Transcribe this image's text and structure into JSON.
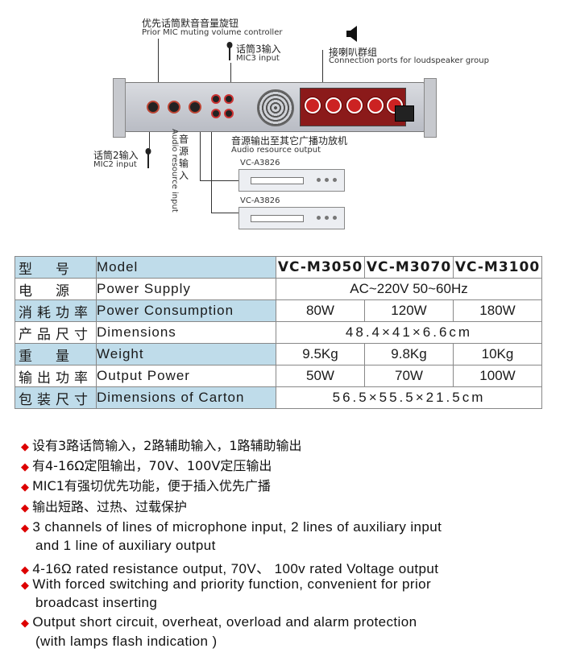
{
  "diagram": {
    "callout_priority_cn": "优先话筒默音音量旋钮",
    "callout_priority_en": "Prior MIC muting volume controller",
    "callout_mic3_cn": "话筒3输入",
    "callout_mic3_en": "MIC3 input",
    "callout_speaker_cn": "接喇叭群组",
    "callout_speaker_en": "Connection ports for loudspeaker group",
    "callout_mic2_cn": "话筒2输入",
    "callout_mic2_en": "MIC2 input",
    "callout_audio_in_cn": "音源输入",
    "callout_audio_in_en": "Audio resource input",
    "callout_audio_out_cn": "音源输出至其它广播功放机",
    "callout_audio_out_en": "Audio resource output",
    "amp1_label": "VC-A3826",
    "amp2_label": "VC-A3826"
  },
  "spec_table": {
    "header": {
      "cn": "型　号",
      "en": "Model",
      "models": [
        "VC-M3050",
        "VC-M3070",
        "VC-M3100"
      ]
    },
    "rows": [
      {
        "cn": "电　源",
        "en": "Power Supply",
        "value": "AC~220V  50~60Hz"
      },
      {
        "cn": "消耗功率",
        "en": "Power Consumption",
        "values": [
          "80W",
          "120W",
          "180W"
        ]
      },
      {
        "cn": "产品尺寸",
        "en": "Dimensions",
        "value": "48.4×41×6.6cm"
      },
      {
        "cn": "重　量",
        "en": "Weight",
        "values": [
          "9.5Kg",
          "9.8Kg",
          "10Kg"
        ]
      },
      {
        "cn": "输出功率",
        "en": "Output Power",
        "values": [
          "50W",
          "70W",
          "100W"
        ]
      },
      {
        "cn": "包装尺寸",
        "en": "Dimensions of Carton",
        "value": "56.5×55.5×21.5cm"
      }
    ]
  },
  "features_cn": [
    "设有3路话筒输入，2路辅助输入，1路辅助输出",
    "有4-16Ω定阻输出，70V、100V定压输出",
    "MIC1有强切优先功能，便于插入优先广播",
    "输出短路、过热、过载保护"
  ],
  "features_en": [
    {
      "line1": "3 channels of lines of microphone input, 2 lines of auxiliary input",
      "line2": "and 1 line  of auxiliary output"
    },
    {
      "line1": "4-16Ω rated resistance output, 70V、 100v rated Voltage output",
      "line2": ""
    },
    {
      "line1": "With forced switching and priority function, convenient for  prior",
      "line2": "broadcast inserting"
    },
    {
      "line1": "Output short circuit, overheat, overload and alarm protection",
      "line2": "(with lamps flash indication )"
    }
  ],
  "colors": {
    "table_shade": "#bfdcea",
    "bullet": "#dd0000",
    "speaker_terminal": "#cc2222"
  },
  "icons": [
    "speaker-icon",
    "microphone-icon",
    "fan-icon"
  ]
}
